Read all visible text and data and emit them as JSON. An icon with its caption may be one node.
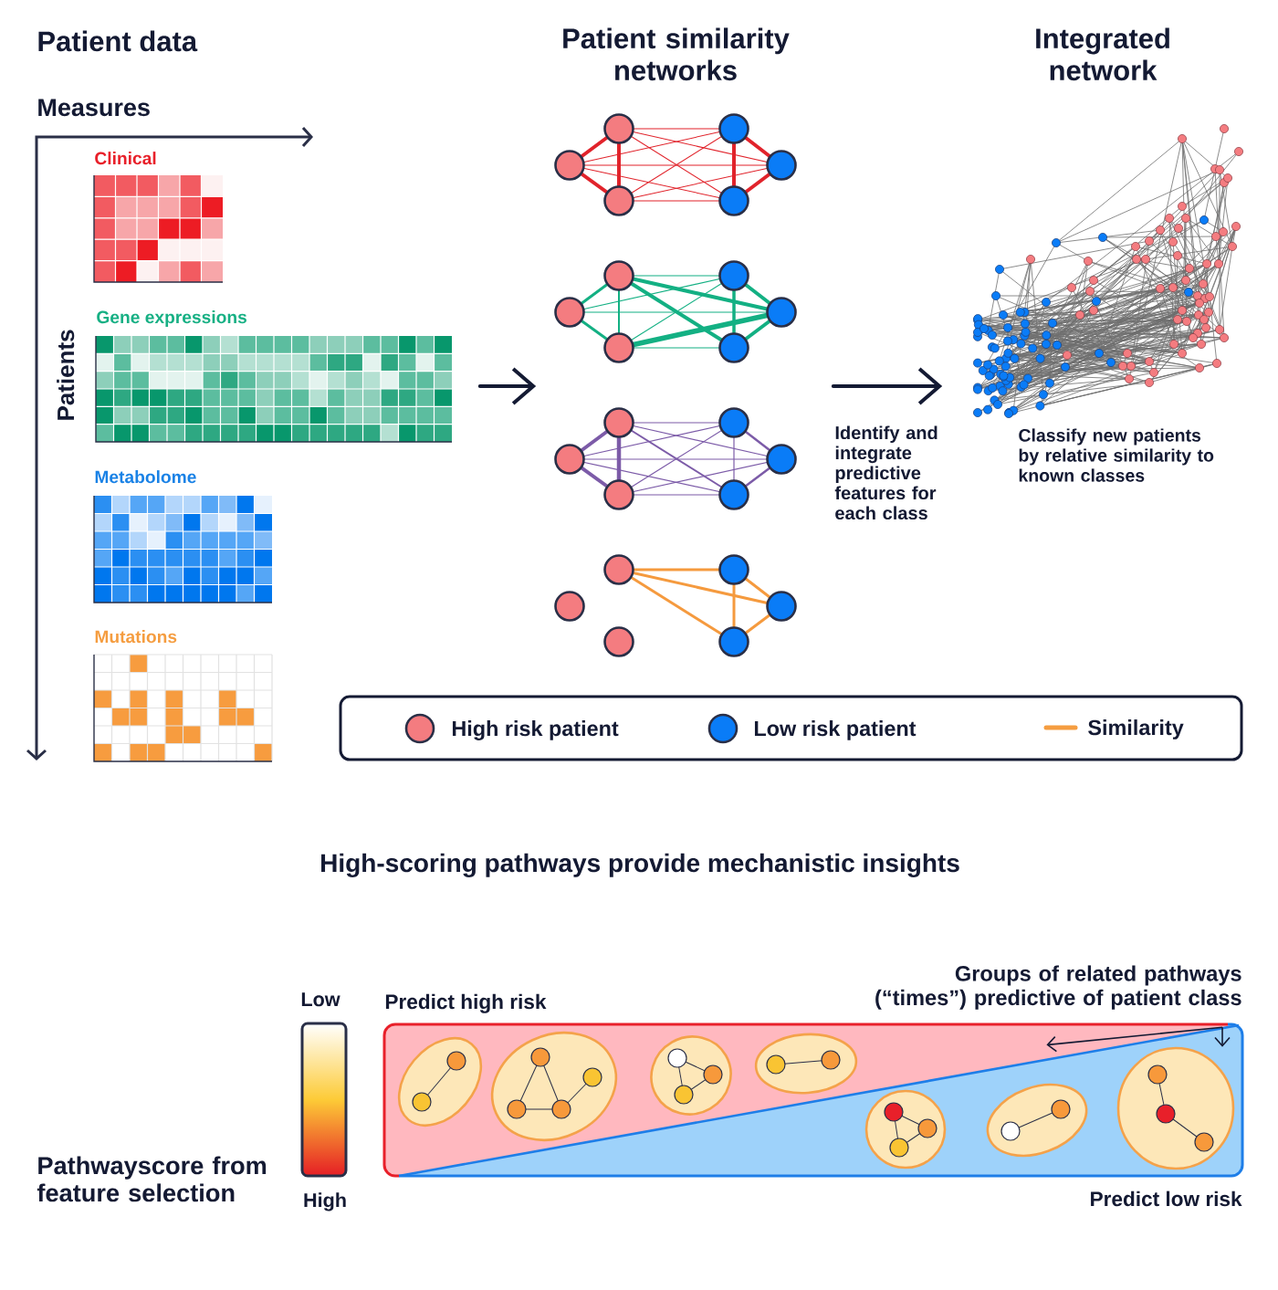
{
  "diagram": {
    "nodes": [
      {
        "text": [
          "Patient data"
        ]
      },
      {
        "text": [
          "Clinical"
        ],
        "in": 0
      },
      {
        "text": [
          "Gene expressions"
        ],
        "in": 0
      },
      {
        "text": [
          "Metabolome"
        ],
        "in": 0
      },
      {
        "text": [
          "Mutations"
        ],
        "in": 0
      },
      {
        "text": [
          "Patient similarity networks"
        ]
      },
      {
        "text": [],
        "shape": "picture",
        "in": 5
      },
      {
        "text": [],
        "shape": "picture",
        "in": 5
      },
      {
        "text": [],
        "shape": "picture",
        "in": 5
      },
      {
        "text": [],
        "shape": "picture",
        "in": 5
      },
      {
        "text": [
          "Integrated network"
        ]
      },
      {
        "text": [],
        "shape": "picture",
        "in": 10,
        "beside": [
          "Classify new patients by relative similarity to known classes"
        ]
      },
      {
        "text": [
          "Groups of related pathways (“times”) predictive of patient class"
        ]
      },
      {
        "text": [],
        "shape": "box",
        "beside": [
          "Predict high risk",
          "Predict low risk"
        ]
      },
      {
        "text": [],
        "shape": "ellipse",
        "in": 13
      },
      {
        "text": [],
        "shape": "ellipse",
        "in": 13
      },
      {
        "text": [],
        "shape": "ellipse",
        "in": 13
      },
      {
        "text": [],
        "shape": "ellipse",
        "in": 13
      },
      {
        "text": [],
        "shape": "ellipse",
        "in": 13
      },
      {
        "text": [],
        "shape": "ellipse",
        "in": 13
      },
      {
        "text": [],
        "shape": "ellipse",
        "in": 13
      }
    ],
    "edges": [
      {
        "from": 0,
        "to": 5,
        "arrow": "to",
        "style": "thick"
      },
      {
        "from": 5,
        "to": 10,
        "arrow": "to",
        "style": "thick",
        "label": "Identify and integrate predictive features for each class"
      },
      {
        "from": 12,
        "to": 13,
        "arrow": "to"
      },
      {
        "from": 12,
        "to": 20,
        "arrow": "to"
      }
    ],
    "labels": [
      "Measures",
      "Patients",
      "High-scoring pathways provide mechanistic insights",
      "Low",
      "Pathwayscore from feature selection",
      "High"
    ],
    "legend": [
      {
        "text": "High risk patient",
        "color": "#f47c80"
      },
      {
        "text": "Low risk patient",
        "color": "#0a7cf7"
      },
      {
        "text": "Similarity"
      }
    ]
  }
}
